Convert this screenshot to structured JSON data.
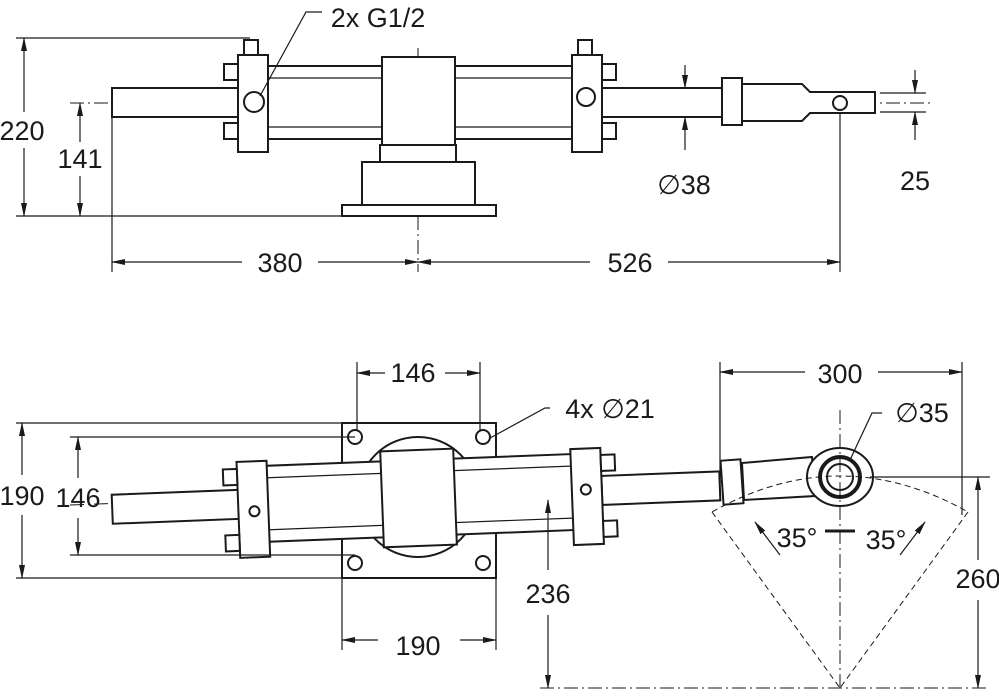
{
  "title": "Hydraulic steering cylinder dimension drawing",
  "top_view": {
    "ports_label": "2x  G1/2",
    "dim_height_total": "220",
    "dim_height_axis": "141",
    "dim_left_length": "380",
    "dim_right_length": "526",
    "dim_rod_diameter": "∅38",
    "dim_clevis": "25"
  },
  "bottom_view": {
    "dim_hole_spacing": "146",
    "holes_label": "4x  ∅21",
    "dim_plate_width": "190",
    "dim_plate_height": "190",
    "dim_hole_spacing_vertical": "146",
    "dim_eye_diameter": "∅35",
    "dim_sweep_width": "300",
    "angle_left": "35°",
    "angle_right": "35°",
    "dim_offset": "236",
    "dim_tiller": "260"
  }
}
